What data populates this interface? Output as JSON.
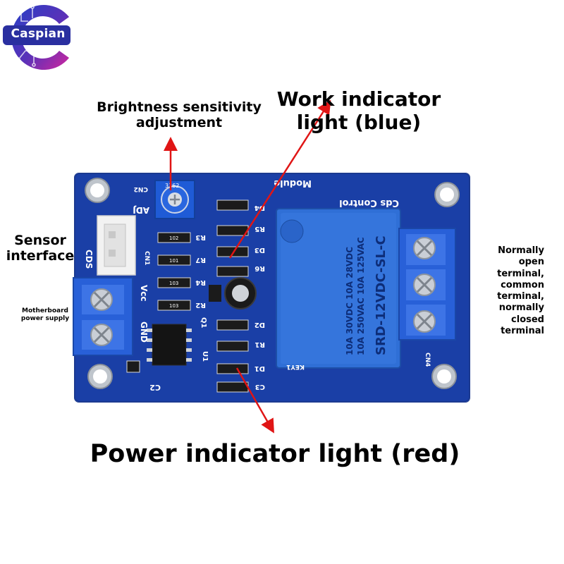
{
  "logo": {
    "text": "Caspian"
  },
  "labels": {
    "brightness": "Brightness sensitivity adjustment",
    "work_indicator": "Work indicator light (blue)",
    "sensor_interface": "Sensor interface",
    "motherboard_power": "Motherboard power supply",
    "relay_terminals": "Normally open terminal, common terminal, normally closed terminal",
    "power_indicator": "Power indicator light (red)"
  },
  "board": {
    "silkscreen": {
      "module": "Module",
      "cds_control": "Cds Control",
      "cn2": "CN2",
      "adj": "ADJ",
      "cn1": "CN1",
      "cds": "CDS",
      "vcc": "Vcc",
      "gnd": "GND",
      "c2": "C2",
      "u1": "U1",
      "q1": "Q1",
      "key1": "KEY1",
      "cn4": "CN4",
      "r1": "R1",
      "r2": "R2",
      "r3": "R3",
      "r4": "R4",
      "r5": "R5",
      "r6": "R6",
      "r7": "R7",
      "d1": "D1",
      "d2": "D2",
      "d3": "D3",
      "d4": "D4",
      "c3": "C3"
    },
    "relay_text": [
      "SRD-12VDC-SL-C",
      "10A 250VAC  10A 125VAC",
      "10A 30VDC  10A 28VDC"
    ],
    "resistor_codes": [
      "102",
      "101",
      "103",
      "103"
    ],
    "pot_code": "3362"
  },
  "colors": {
    "pcb": "#1a3fa6",
    "pcb_dark": "#0f2a78",
    "relay": "#2f6fd6",
    "terminal": "#2860d8",
    "arrow": "#e01515",
    "logo_blue": "#1f2fa8",
    "logo_pink": "#d1269e"
  }
}
